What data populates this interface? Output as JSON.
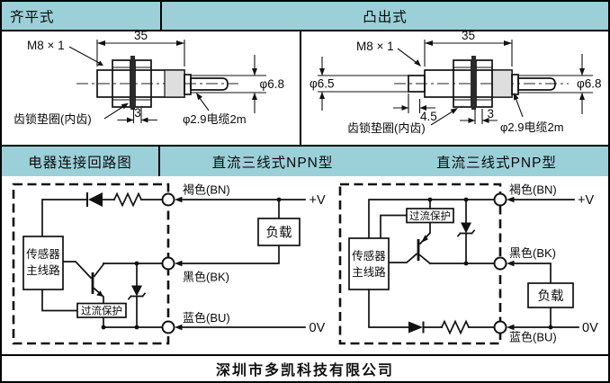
{
  "header_row": {
    "flush_label": "齐平式",
    "protruding_label": "凸出式"
  },
  "section_row": {
    "circuit_label": "电器连接回路图",
    "npn_label": "直流三线式NPN型",
    "pnp_label": "直流三线式PNP型"
  },
  "footer": {
    "company": "深圳市多凯科技有限公司"
  },
  "colors": {
    "header_bg": "#9bd0d9",
    "line_color": "#111111",
    "washer_fill": "#2a2a2a"
  },
  "flush_drawing": {
    "thread": "M8 × 1",
    "body_length": "35",
    "sheath_dia": "φ6.8",
    "washer_width": "3",
    "washer_note": "齿锁垫圈(内齿)",
    "cable_note": "φ2.9电缆2m"
  },
  "protruding_drawing": {
    "thread": "M8 × 1",
    "body_length": "35",
    "tip_dia": "φ6.5",
    "tip_length": "4.5",
    "washer_width": "3",
    "washer_note": "齿锁垫圈(内齿)",
    "cable_note": "φ2.9电缆2m",
    "sheath_dia": "φ6.8"
  },
  "npn": {
    "sensor_line1": "传感器",
    "sensor_line2": "主线路",
    "protection": "过流保护",
    "load": "负载",
    "brown": "褐色(BN)",
    "black": "黑色(BK)",
    "blue": "蓝色(BU)",
    "v_plus": "+V",
    "v_zero": "0V"
  },
  "pnp": {
    "sensor_line1": "传感器",
    "sensor_line2": "主线路",
    "protection": "过流保护",
    "load": "负载",
    "brown": "褐色(BN)",
    "black": "黑色(BK)",
    "blue": "蓝色(BU)",
    "v_plus": "+V",
    "v_zero": "0V"
  }
}
